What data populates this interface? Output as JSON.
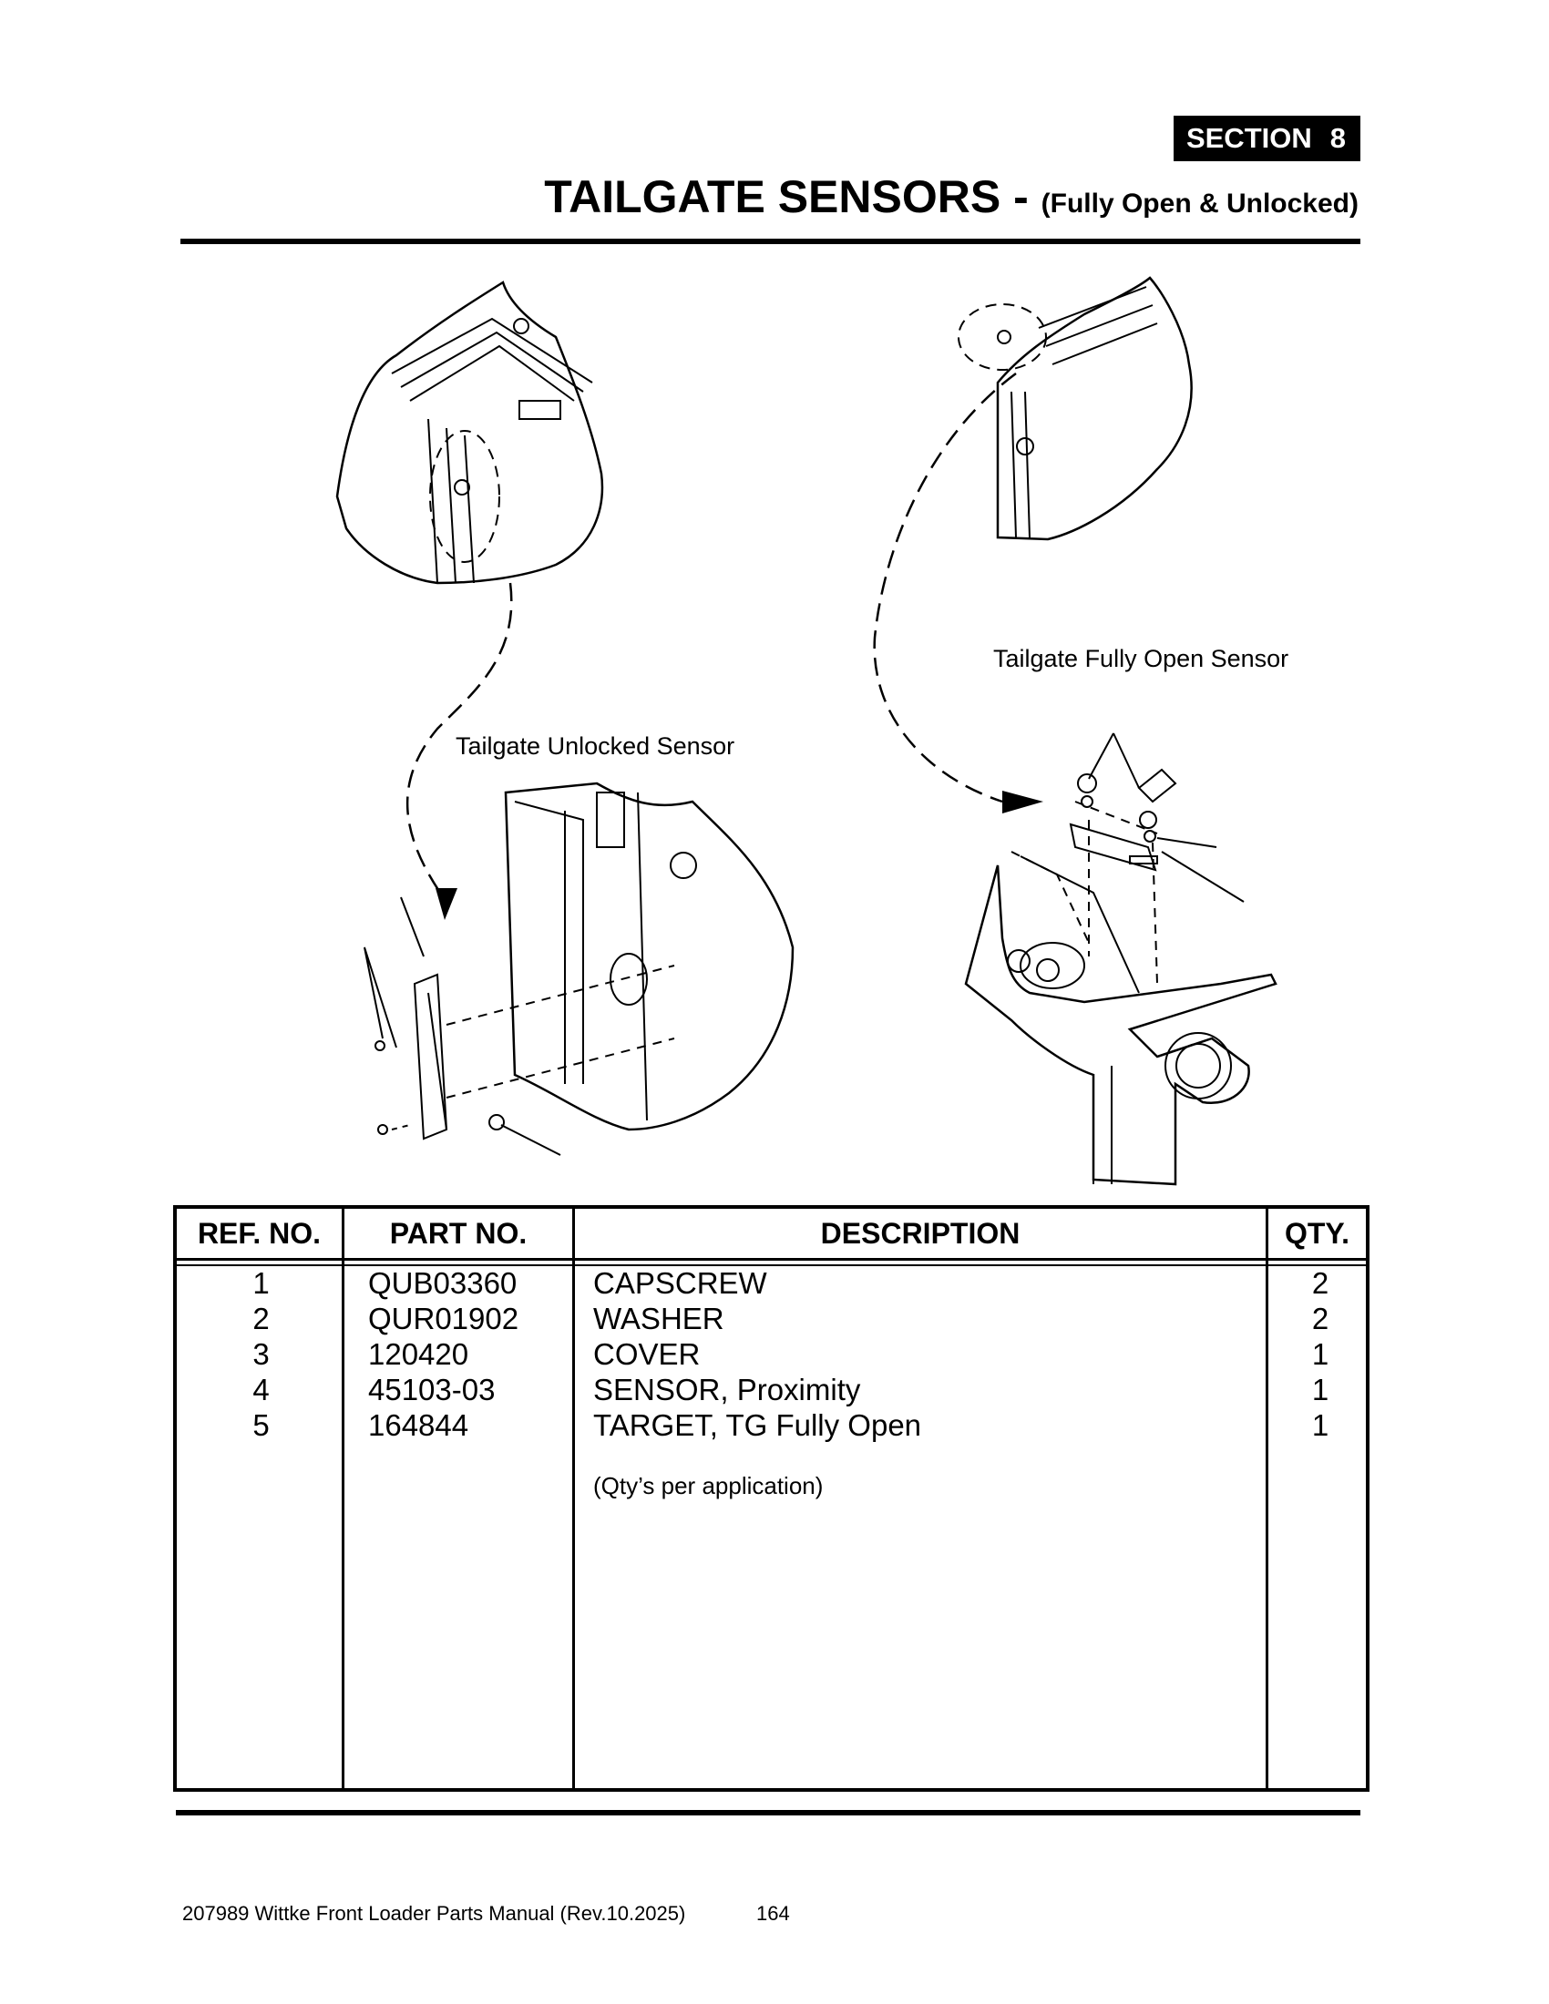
{
  "section": {
    "label": "SECTION",
    "number": "8"
  },
  "title": {
    "main": "TAILGATE SENSORS - ",
    "subtitle": "(Fully Open & Unlocked)"
  },
  "illustration": {
    "callout_open": "Tailgate Fully Open Sensor",
    "callout_unlocked": "Tailgate Unlocked Sensor"
  },
  "table": {
    "headers": {
      "ref": "REF. NO.",
      "part": "PART NO.",
      "desc": "DESCRIPTION",
      "qty": "QTY."
    },
    "rows": [
      {
        "ref": "1",
        "part": "QUB03360",
        "desc": "CAPSCREW",
        "qty": "2"
      },
      {
        "ref": "2",
        "part": "QUR01902",
        "desc": "WASHER",
        "qty": "2"
      },
      {
        "ref": "3",
        "part": "120420",
        "desc": "COVER",
        "qty": "1"
      },
      {
        "ref": "4",
        "part": "45103-03",
        "desc": "SENSOR, Proximity",
        "qty": "1"
      },
      {
        "ref": "5",
        "part": "164844",
        "desc": "TARGET, TG Fully Open",
        "qty": "1"
      }
    ],
    "note": "(Qty’s per application)"
  },
  "footer": {
    "manual": "207989 Wittke Front Loader Parts Manual (Rev.10.2025)",
    "page": "164"
  }
}
